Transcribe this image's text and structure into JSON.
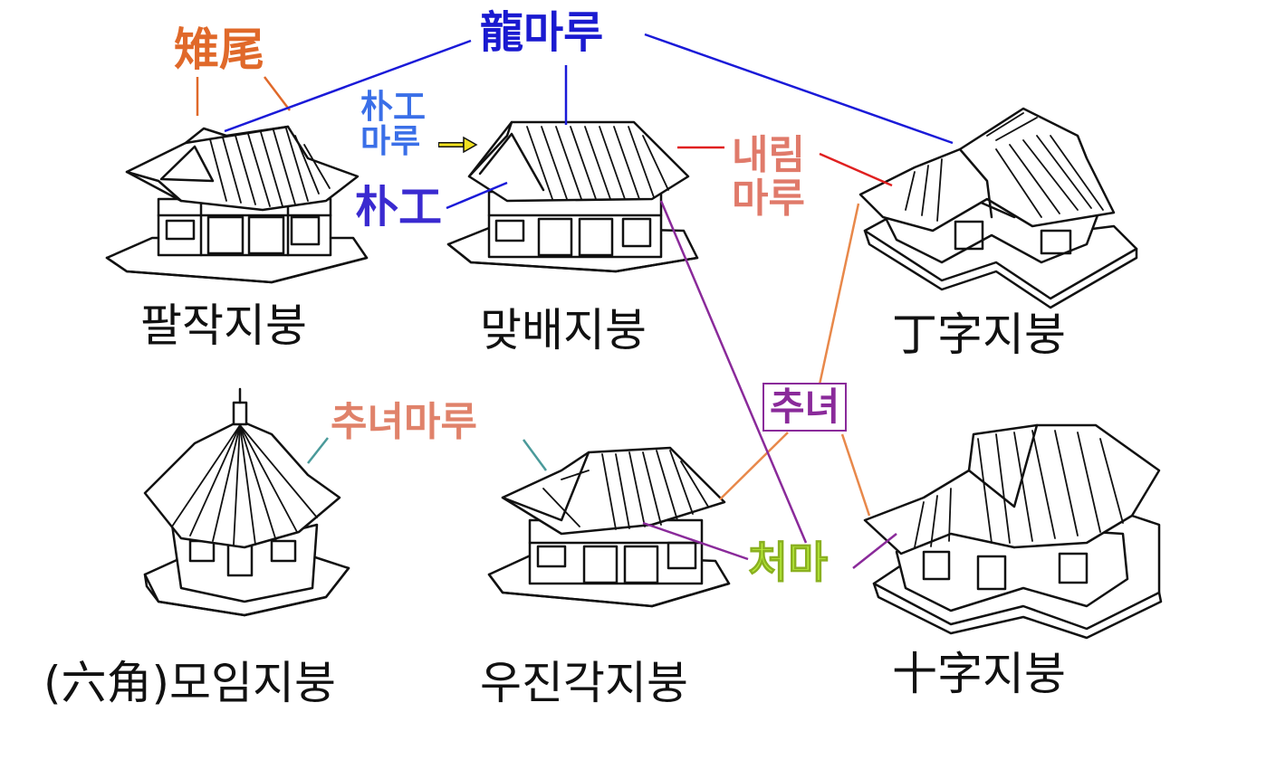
{
  "roof_types": {
    "paljak": "팔작지붕",
    "matbae": "맞배지붕",
    "jeongja": "丁字지붕",
    "moim": "(六角)모임지붕",
    "ujingak": "우진각지붕",
    "sipja": "十字지붕"
  },
  "parts": {
    "chimi": "雉尾",
    "yongmaru": "龍마루",
    "bakgong_maru_line1": "朴工",
    "bakgong_maru_line2": "마루",
    "bakgong": "朴工",
    "naerim_line1": "내림",
    "naerim_line2": "마루",
    "chunyeo": "추녀",
    "chunyeo_maru": "추녀마루",
    "cheoma": "처마"
  },
  "colors": {
    "chimi": "#e0692a",
    "yongmaru": "#1a1ad0",
    "bakgong_maru": "#3a6fe8",
    "bakgong": "#3a2ad0",
    "naerim": "#e07a6a",
    "chunyeo": "#8a2a9a",
    "chunyeo_maru": "#e0826a",
    "cheoma": "#b8ee3a",
    "line_blue": "#1a1ad8",
    "line_red": "#e02020",
    "line_orange": "#e8884a",
    "line_purple": "#8a2a9a",
    "line_teal": "#4a9a9a",
    "arrow_yellow": "#f0e020",
    "ink": "#111111"
  }
}
